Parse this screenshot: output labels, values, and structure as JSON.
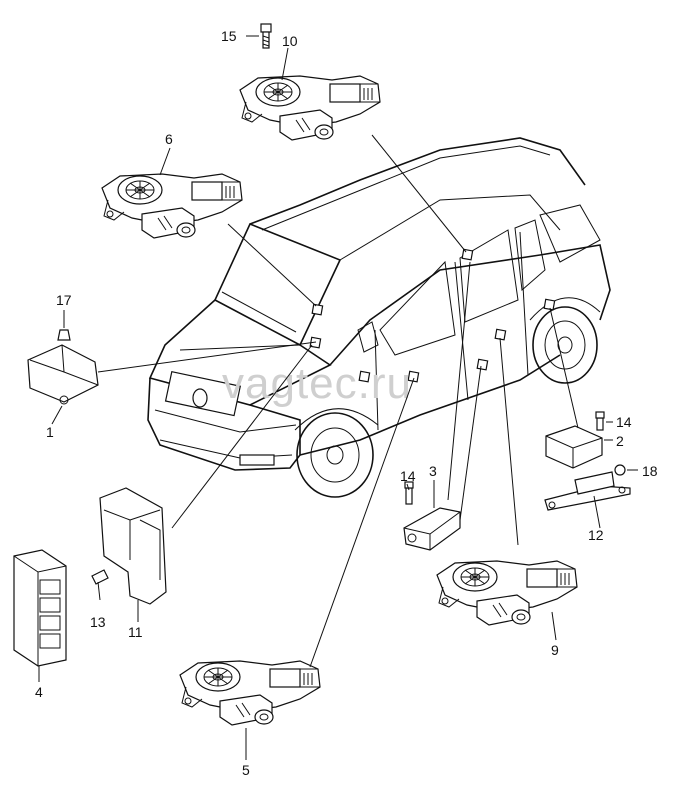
{
  "watermark": "vagtec.ru",
  "callouts": {
    "c1": "1",
    "c2": "2",
    "c3": "3",
    "c4": "4",
    "c5": "5",
    "c6": "6",
    "c9": "9",
    "c10": "10",
    "c11": "11",
    "c12": "12",
    "c13": "13",
    "c14a": "14",
    "c14b": "14",
    "c15": "15",
    "c17": "17",
    "c18": "18"
  }
}
